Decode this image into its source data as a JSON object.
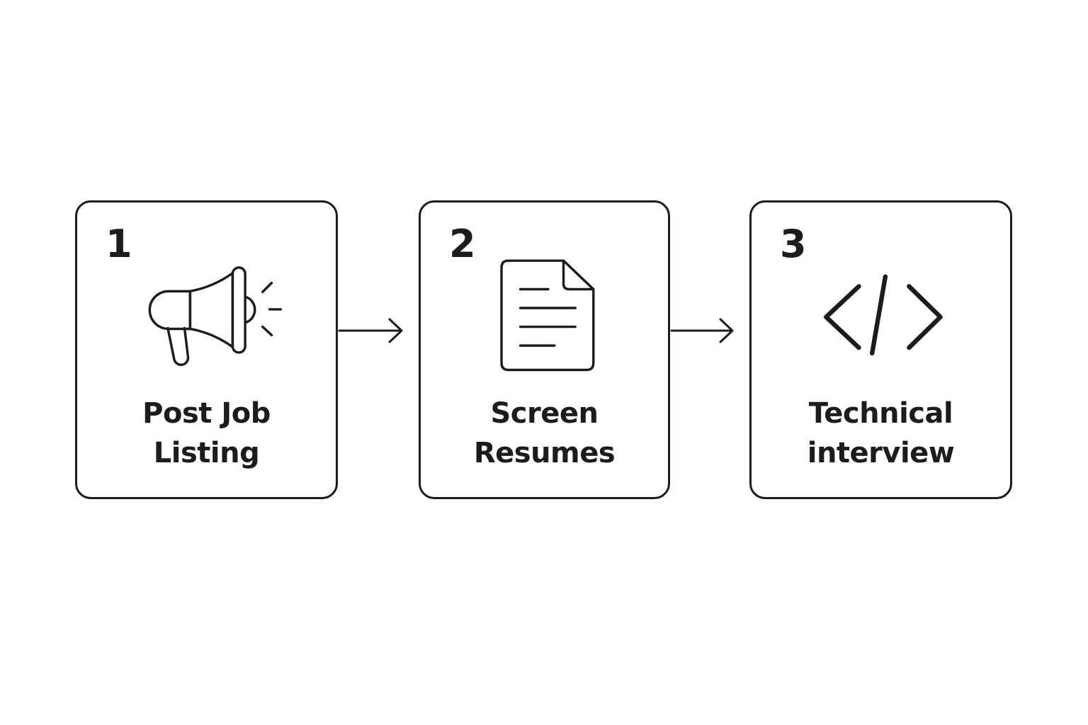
{
  "diagram": {
    "colors": {
      "stroke": "#1c1c1c",
      "background": "#ffffff"
    },
    "steps": [
      {
        "number": "1",
        "label_line1": "Post Job",
        "label_line2": "Listing",
        "icon": "megaphone-icon"
      },
      {
        "number": "2",
        "label_line1": "Screen",
        "label_line2": "Resumes",
        "icon": "document-icon"
      },
      {
        "number": "3",
        "label_line1": "Technical",
        "label_line2": "interview",
        "icon": "code-icon"
      }
    ],
    "connectors": [
      {
        "from": "1",
        "to": "2"
      },
      {
        "from": "2",
        "to": "3"
      }
    ]
  }
}
